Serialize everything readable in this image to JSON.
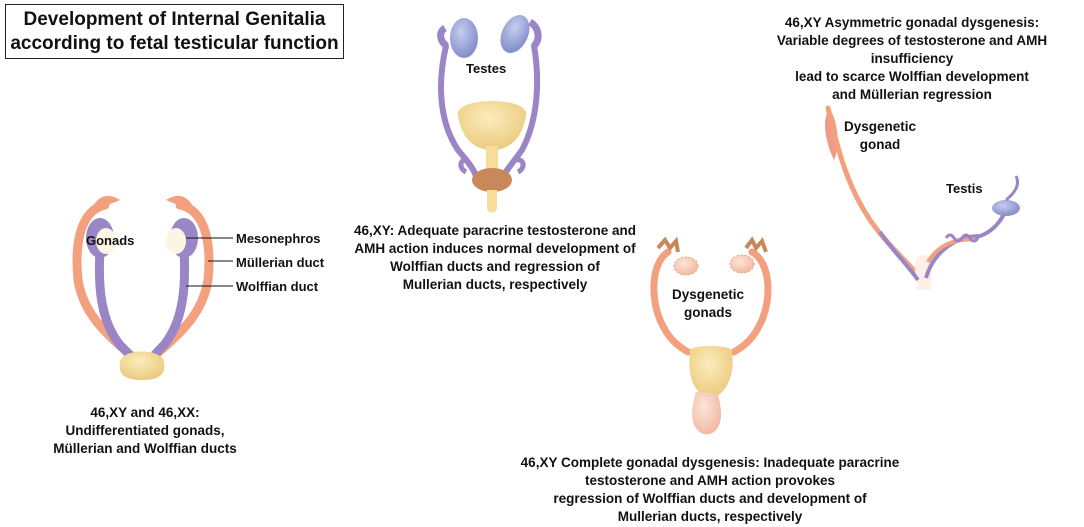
{
  "title": {
    "line1": "Development of Internal Genitalia",
    "line2": "according to fetal testicular function"
  },
  "panel_undifferentiated": {
    "labels": {
      "gonads": "Gonads",
      "mesonephros": "Mesonephros",
      "mullerian_duct": "Müllerian duct",
      "wolffian_duct": "Wolffian duct"
    },
    "caption": [
      "46,XY and 46,XX:",
      "Undifferentiated gonads,",
      "Müllerian and Wolffian ducts"
    ]
  },
  "panel_normal_xy": {
    "labels": {
      "testes": "Testes"
    },
    "caption": [
      "46,XY: Adequate paracrine testosterone and",
      "AMH action induces normal development of",
      "Wolffian ducts and regression of",
      "Mullerian ducts, respectively"
    ]
  },
  "panel_complete_dysgenesis": {
    "labels": {
      "dysgenetic_gonads_1": "Dysgenetic",
      "dysgenetic_gonads_2": "gonads"
    },
    "caption": [
      "46,XY Complete gonadal dysgenesis: Inadequate paracrine",
      "testosterone and AMH action provokes",
      "regression of Wolffian ducts and development of",
      "Mullerian ducts, respectively"
    ]
  },
  "panel_asymmetric_dysgenesis": {
    "labels": {
      "dysgenetic_gonad_1": "Dysgenetic",
      "dysgenetic_gonad_2": "gonad",
      "testis": "Testis"
    },
    "caption": [
      "46,XY Asymmetric gonadal dysgenesis:",
      "Variable degrees of testosterone and AMH insufficiency",
      "lead to scarce Wolffian development",
      "and Müllerian regression"
    ]
  },
  "colors": {
    "mullerian": "#f2a07e",
    "wolffian": "#9a86c6",
    "gonad": "#98a2d8",
    "uterus": "#f6dd9a",
    "seminal_vesicle": "#c9885a"
  }
}
